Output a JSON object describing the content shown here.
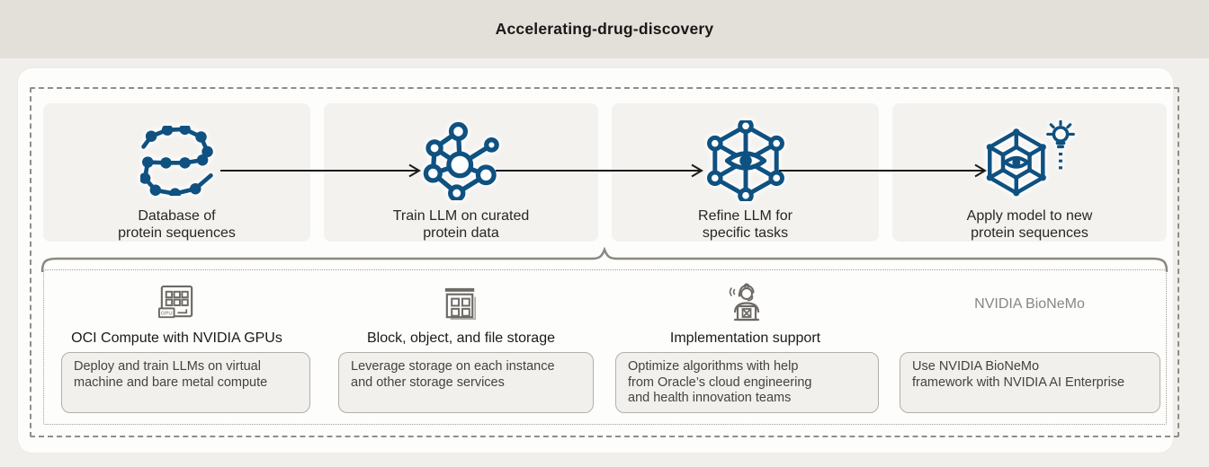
{
  "title": "Accelerating-drug-discovery",
  "colors": {
    "accent_blue": "#0f5180",
    "band_bg": "#e3e0da",
    "page_bg": "#f1efeb",
    "panel_bg": "#fdfdfc",
    "flow_card_bg": "#f3f2ef",
    "grey_icon": "#6e6a64",
    "muted_text": "#8a867f",
    "arrow": "#1b1a18"
  },
  "flow": {
    "steps": [
      {
        "icon": "protein-sequence-icon",
        "label": "Database of\nprotein sequences"
      },
      {
        "icon": "molecule-network-icon",
        "label": "Train LLM on curated\nprotein data"
      },
      {
        "icon": "network-eye-icon",
        "label": "Refine LLM for\nspecific tasks"
      },
      {
        "icon": "network-insight-icon",
        "label": "Apply model to new\nprotein sequences"
      }
    ]
  },
  "foundation": {
    "gpu_chip_label": "GPU",
    "items": [
      {
        "icon": "gpu-compute-icon",
        "label": "OCI Compute with NVIDIA GPUs",
        "description": "Deploy and train LLMs on virtual\nmachine and bare metal compute"
      },
      {
        "icon": "storage-icon",
        "label": "Block, object, and file storage",
        "description": "Leverage storage on each instance\nand other storage services"
      },
      {
        "icon": "support-agent-icon",
        "label": "Implementation support",
        "description": "Optimize algorithms with help\nfrom Oracle’s cloud engineering\nand health innovation teams"
      },
      {
        "icon": null,
        "label": "NVIDIA BioNeMo",
        "description": "Use NVIDIA BioNeMo\nframework with NVIDIA AI Enterprise"
      }
    ]
  }
}
